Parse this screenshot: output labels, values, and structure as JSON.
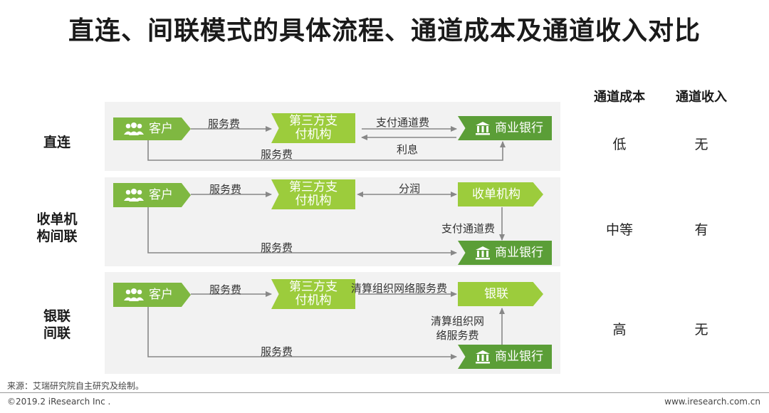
{
  "title": "直连、间联模式的具体流程、通道成本及通道收入对比",
  "columns": {
    "cost": "通道成本",
    "income": "通道收入"
  },
  "rows": [
    {
      "label": "直连",
      "client": "客户",
      "third_party": "第三方支\n付机构",
      "bank": "商业银行",
      "fee_client_third": "服务费",
      "fee_third_bank": "支付通道费",
      "fee_bank_third": "利息",
      "fee_client_bank": "服务费",
      "cost": "低",
      "income": "无"
    },
    {
      "label": "收单机\n构间联",
      "client": "客户",
      "third_party": "第三方支\n付机构",
      "intermediary": "收单机构",
      "bank": "商业银行",
      "fee_client_third": "服务费",
      "fee_third_intermediary": "分润",
      "fee_intermediary_bank": "支付通道费",
      "fee_client_bank": "服务费",
      "cost": "中等",
      "income": "有"
    },
    {
      "label": "银联\n间联",
      "client": "客户",
      "third_party": "第三方支\n付机构",
      "intermediary": "银联",
      "bank": "商业银行",
      "fee_client_third": "服务费",
      "fee_third_intermediary": "清算组织网络服务费",
      "fee_bank_intermediary": "清算组织网\n络服务费",
      "fee_client_bank": "服务费",
      "cost": "高",
      "income": "无"
    }
  ],
  "source": "来源：艾瑞研究院自主研究及绘制。",
  "copyright": "©2019.2 iResearch Inc .",
  "website": "www.iresearch.com.cn",
  "colors": {
    "client": "#7fb841",
    "third_party": "#9ccc3c",
    "bank": "#5b9e37",
    "panel": "#f2f2f2",
    "arrow": "#888888"
  },
  "icons": {
    "client": "users-icon",
    "bank": "bank-icon"
  }
}
